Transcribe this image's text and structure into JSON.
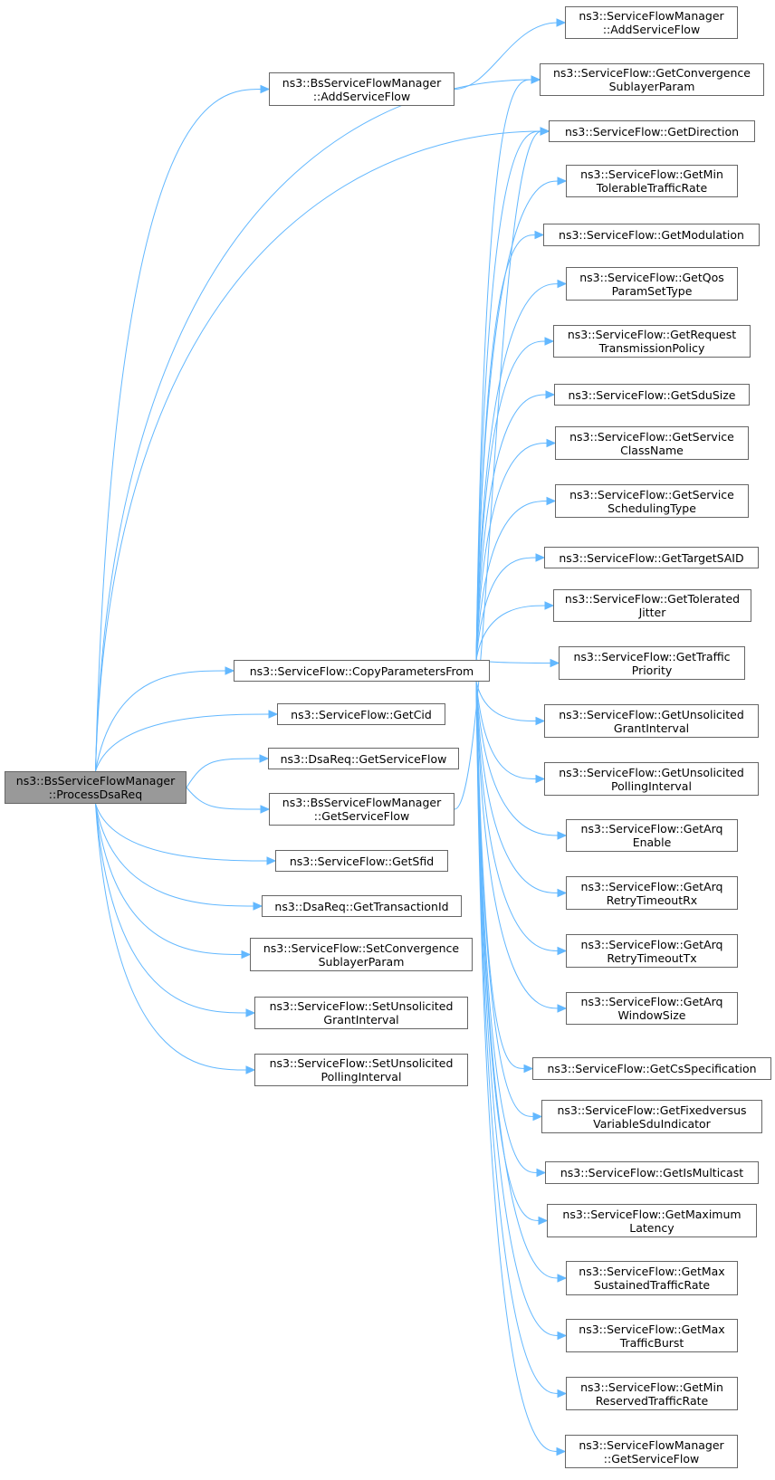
{
  "colors": {
    "edge": "#63b8ff",
    "root_fill": "#999999",
    "node_border": "#666666"
  },
  "nodes": [
    {
      "id": "root",
      "lines": [
        "ns3::BsServiceFlowManager",
        "::ProcessDsaReq"
      ],
      "root": true
    },
    {
      "id": "bs_add",
      "lines": [
        "ns3::BsServiceFlowManager",
        "::AddServiceFlow"
      ]
    },
    {
      "id": "sfm_add",
      "lines": [
        "ns3::ServiceFlowManager",
        "::AddServiceFlow"
      ]
    },
    {
      "id": "copy",
      "lines": [
        "ns3::ServiceFlow::CopyParametersFrom"
      ]
    },
    {
      "id": "getcid",
      "lines": [
        "ns3::ServiceFlow::GetCid"
      ]
    },
    {
      "id": "dsa_getsf",
      "lines": [
        "ns3::DsaReq::GetServiceFlow"
      ]
    },
    {
      "id": "bs_getsf",
      "lines": [
        "ns3::BsServiceFlowManager",
        "::GetServiceFlow"
      ]
    },
    {
      "id": "getsfid",
      "lines": [
        "ns3::ServiceFlow::GetSfid"
      ]
    },
    {
      "id": "gettid",
      "lines": [
        "ns3::DsaReq::GetTransactionId"
      ]
    },
    {
      "id": "setconv",
      "lines": [
        "ns3::ServiceFlow::SetConvergence",
        "SublayerParam"
      ]
    },
    {
      "id": "setugi",
      "lines": [
        "ns3::ServiceFlow::SetUnsolicited",
        "GrantInterval"
      ]
    },
    {
      "id": "setupi",
      "lines": [
        "ns3::ServiceFlow::SetUnsolicited",
        "PollingInterval"
      ]
    },
    {
      "id": "getconv",
      "lines": [
        "ns3::ServiceFlow::GetConvergence",
        "SublayerParam"
      ]
    },
    {
      "id": "getdir",
      "lines": [
        "ns3::ServiceFlow::GetDirection"
      ]
    },
    {
      "id": "getmintol",
      "lines": [
        "ns3::ServiceFlow::GetMin",
        "TolerableTrafficRate"
      ]
    },
    {
      "id": "getmod",
      "lines": [
        "ns3::ServiceFlow::GetModulation"
      ]
    },
    {
      "id": "getqos",
      "lines": [
        "ns3::ServiceFlow::GetQos",
        "ParamSetType"
      ]
    },
    {
      "id": "getreq",
      "lines": [
        "ns3::ServiceFlow::GetRequest",
        "TransmissionPolicy"
      ]
    },
    {
      "id": "getsdu",
      "lines": [
        "ns3::ServiceFlow::GetSduSize"
      ]
    },
    {
      "id": "getscn",
      "lines": [
        "ns3::ServiceFlow::GetService",
        "ClassName"
      ]
    },
    {
      "id": "getsst",
      "lines": [
        "ns3::ServiceFlow::GetService",
        "SchedulingType"
      ]
    },
    {
      "id": "getsaid",
      "lines": [
        "ns3::ServiceFlow::GetTargetSAID"
      ]
    },
    {
      "id": "getjit",
      "lines": [
        "ns3::ServiceFlow::GetTolerated",
        "Jitter"
      ]
    },
    {
      "id": "getprio",
      "lines": [
        "ns3::ServiceFlow::GetTraffic",
        "Priority"
      ]
    },
    {
      "id": "getugi",
      "lines": [
        "ns3::ServiceFlow::GetUnsolicited",
        "GrantInterval"
      ]
    },
    {
      "id": "getupi",
      "lines": [
        "ns3::ServiceFlow::GetUnsolicited",
        "PollingInterval"
      ]
    },
    {
      "id": "arqen",
      "lines": [
        "ns3::ServiceFlow::GetArq",
        "Enable"
      ]
    },
    {
      "id": "arqrx",
      "lines": [
        "ns3::ServiceFlow::GetArq",
        "RetryTimeoutRx"
      ]
    },
    {
      "id": "arqtx",
      "lines": [
        "ns3::ServiceFlow::GetArq",
        "RetryTimeoutTx"
      ]
    },
    {
      "id": "arqws",
      "lines": [
        "ns3::ServiceFlow::GetArq",
        "WindowSize"
      ]
    },
    {
      "id": "getcs",
      "lines": [
        "ns3::ServiceFlow::GetCsSpecification"
      ]
    },
    {
      "id": "getfix",
      "lines": [
        "ns3::ServiceFlow::GetFixedversus",
        "VariableSduIndicator"
      ]
    },
    {
      "id": "getmc",
      "lines": [
        "ns3::ServiceFlow::GetIsMulticast"
      ]
    },
    {
      "id": "getmaxlat",
      "lines": [
        "ns3::ServiceFlow::GetMaximum",
        "Latency"
      ]
    },
    {
      "id": "getmaxsus",
      "lines": [
        "ns3::ServiceFlow::GetMax",
        "SustainedTrafficRate"
      ]
    },
    {
      "id": "getmaxburst",
      "lines": [
        "ns3::ServiceFlow::GetMax",
        "TrafficBurst"
      ]
    },
    {
      "id": "getminres",
      "lines": [
        "ns3::ServiceFlow::GetMin",
        "ReservedTrafficRate"
      ]
    },
    {
      "id": "sfm_getsf",
      "lines": [
        "ns3::ServiceFlowManager",
        "::GetServiceFlow"
      ]
    }
  ]
}
